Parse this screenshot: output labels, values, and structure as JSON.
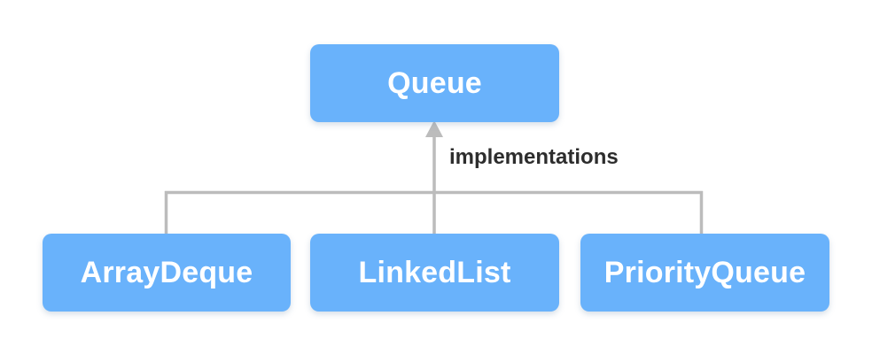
{
  "diagram": {
    "type": "uml-inheritance-tree",
    "parent": {
      "id": "queue",
      "label": "Queue"
    },
    "edge": {
      "label": "implementations",
      "arrow_direction": "up",
      "line_color": "#bcbcbc",
      "label_color": "#2d2d2d"
    },
    "children": [
      {
        "id": "arraydeque",
        "label": "ArrayDeque"
      },
      {
        "id": "linkedlist",
        "label": "LinkedList"
      },
      {
        "id": "priorityqueue",
        "label": "PriorityQueue"
      }
    ],
    "colors": {
      "node_fill": "#69b2fb",
      "node_text": "#ffffff",
      "connector": "#bcbcbc",
      "background": "#ffffff"
    }
  }
}
